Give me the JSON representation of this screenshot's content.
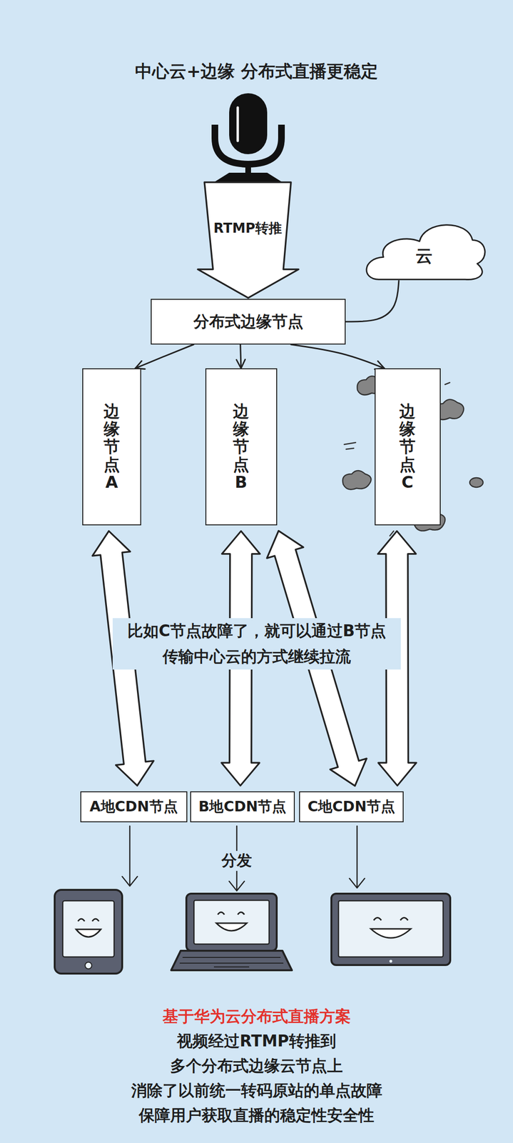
{
  "diagram": {
    "title": "中心云+边缘 分布式直播更稳定",
    "caption": "基于华为云分布式直播方案 视频经过RTMP转推到 多个分布式边缘云节点上 消除了以前统一转码原站的单点故障 保障用户获取直播的稳定性安全性",
    "nodes": [
      {
        "text": [
          "云"
        ]
      },
      {
        "text": [
          "分布式边缘节点"
        ]
      },
      {
        "text": [
          "边缘节点A"
        ]
      },
      {
        "text": [
          "边缘节点B"
        ]
      },
      {
        "text": [
          "边缘节点C"
        ]
      },
      {
        "text": [
          "A地CDN节点"
        ]
      },
      {
        "text": [
          "B地CDN节点"
        ]
      },
      {
        "text": [
          "C地CDN节点"
        ]
      }
    ],
    "edges": [
      {
        "from": 0,
        "to": 1,
        "arrow": "none"
      },
      {
        "from": 1,
        "to": 2,
        "arrow": "to"
      },
      {
        "from": 1,
        "to": 3,
        "arrow": "to"
      },
      {
        "from": 1,
        "to": 4,
        "arrow": "to"
      },
      {
        "from": 2,
        "to": 5,
        "arrow": "both"
      },
      {
        "from": 3,
        "to": 6,
        "arrow": "both"
      },
      {
        "from": 3,
        "to": 7,
        "arrow": "both"
      },
      {
        "from": 4,
        "to": 7,
        "arrow": "both"
      }
    ],
    "labels": [
      "RTMP转推",
      "比如C节点故障了，就可以通过B节点 传输中心云的方式继续拉流",
      "分发"
    ]
  }
}
